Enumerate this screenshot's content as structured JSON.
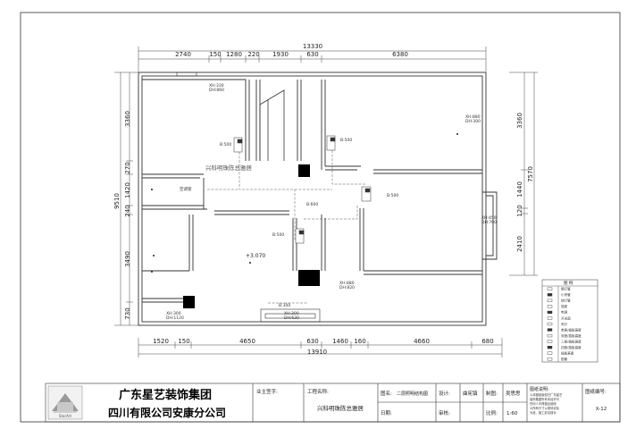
{
  "dimensions": {
    "top_total": "13330",
    "top": [
      "2740",
      "150",
      "1280",
      "220",
      "1930",
      "630",
      "6380"
    ],
    "bottom_total": "13910",
    "bottom": [
      "1520",
      "150",
      "4650",
      "630",
      "1460",
      "160",
      "4660",
      "680"
    ],
    "left_total": "9510",
    "left": [
      "3360",
      "270",
      "1420",
      "240",
      "3490",
      "730"
    ],
    "right_total": "7570",
    "right": [
      "3360",
      "1440",
      "120",
      "2410"
    ]
  },
  "annotations": {
    "room_tl": [
      "XH:330",
      "DH:860"
    ],
    "room_tr": [
      "XH:880",
      "DH:300"
    ],
    "room_br": [
      "XH:450",
      "DH:700"
    ],
    "b500_a": "B:500",
    "b500_b": "B:500",
    "b500_c": "B:500",
    "b500_d": "B:500",
    "b300": "B:300",
    "b600": "B:600",
    "aircon": "空调管",
    "level": "+3.070",
    "room_bl": [
      "XH:300",
      "DH:1120"
    ],
    "mid_bottom": [
      "XH:300",
      "DH:630"
    ],
    "bot_right": [
      "XH:880",
      "DH:820"
    ],
    "overlay_name": "兴科明珠陈总雅居"
  },
  "legend": {
    "title": "图 例",
    "items": [
      "筒灯管",
      "小吊管",
      "转灯管",
      "插座",
      "电源",
      "开关面",
      "吊灯",
      "单座/插板高度",
      "双座/插板高度",
      "三座/插板高度",
      "四座/插板高度",
      "插板高度",
      "配套"
    ]
  },
  "title_block": {
    "company_line1": "广东星艺装饰集团",
    "company_line2": "四川有限公司安康分公司",
    "logo_text": "StarArt",
    "signature_label": "业主签字:",
    "project_label": "工程名称:",
    "project_name": "兴科明珠陈总雅居",
    "drawing_label": "图名:",
    "drawing_name": "二层照明结构图",
    "date_label": "日期:",
    "design_label": "设计:",
    "designer": "曲宪镇",
    "audit_label": "审核:",
    "draw_label": "制图:",
    "drafter": "吴思思",
    "scale_label": "比例:",
    "scale": "1:60",
    "notes_title": "图纸说明:",
    "notes": [
      "1)本图纸版权归广东星艺",
      "装饰集团所有未经许可",
      "任何人不得擅自使用",
      "2)所有尺寸以现场实际",
      "为准，施工前请核对"
    ],
    "sheet_label": "图纸编号:",
    "sheet_no": "X-12"
  }
}
